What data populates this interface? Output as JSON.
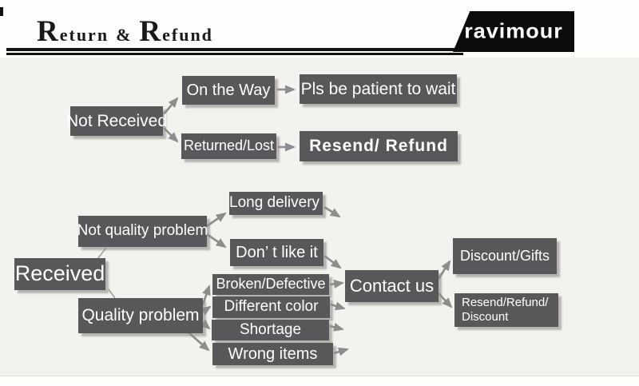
{
  "header": {
    "title_words": [
      "Return",
      "&",
      "Refund"
    ],
    "logo": "ravimour"
  },
  "nodes": {
    "not_received": "Not Received",
    "on_the_way": "On the Way",
    "pls_patient": "Pls be patient to wait",
    "returned_lost": "Returned/Lost",
    "resend_refund": "Resend/ Refund",
    "received": "Received",
    "not_quality_problem": "Not quality problem",
    "quality_problem": "Quality problem",
    "long_delivery": "Long delivery",
    "dont_like_it": "Don’ t like it",
    "broken_defective": "Broken/Defective",
    "different_color": "Different color",
    "shortage": "Shortage",
    "wrong_items": "Wrong items",
    "contact_us": "Contact us",
    "discount_gifts": "Discount/Gifts",
    "resend_refund_discount_line1": "Resend/Refund/",
    "resend_refund_discount_line2": "Discount"
  },
  "colors": {
    "box_fill": "#58575a",
    "arrow": "#8d8d8d",
    "header_black": "#141414",
    "flow_background": "#f4f2ef"
  }
}
